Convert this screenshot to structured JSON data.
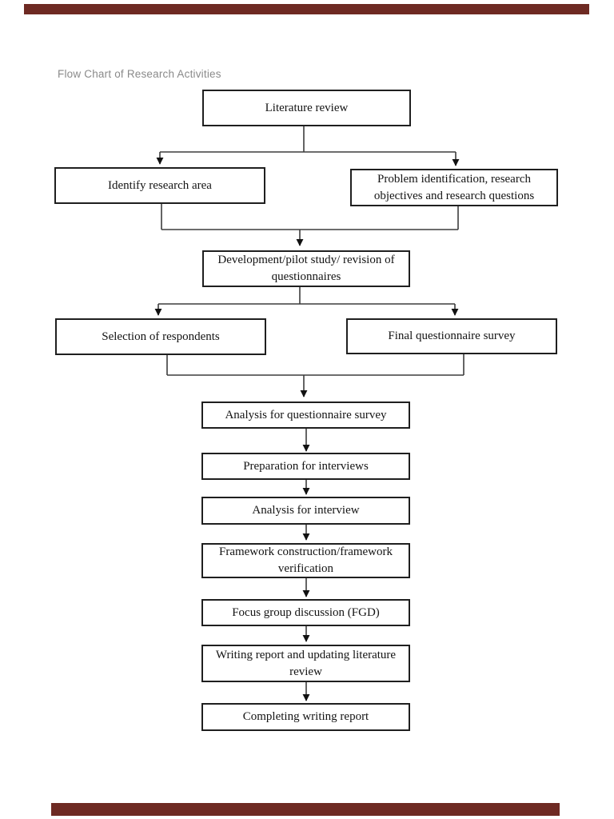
{
  "page": {
    "heading": "Flow Chart of Research Activities"
  },
  "flowchart": {
    "nodes": [
      {
        "id": "literature-review",
        "label": "Literature review"
      },
      {
        "id": "identify-research-area",
        "label": "Identify research area"
      },
      {
        "id": "problem-identification",
        "label": "Problem identification, research\nobjectives and research questions"
      },
      {
        "id": "development-pilot-study",
        "label": "Development/pilot study/ revision of\nquestionnaires"
      },
      {
        "id": "selection-of-respondents",
        "label": "Selection of respondents"
      },
      {
        "id": "final-questionnaire-survey",
        "label": "Final questionnaire survey"
      },
      {
        "id": "analysis-questionnaire-survey",
        "label": "Analysis for questionnaire survey"
      },
      {
        "id": "preparation-for-interviews",
        "label": "Preparation for interviews"
      },
      {
        "id": "analysis-for-interview",
        "label": "Analysis for interview"
      },
      {
        "id": "framework-construction",
        "label": "Framework construction/framework\nverification"
      },
      {
        "id": "focus-group-discussion",
        "label": "Focus group discussion (FGD)"
      },
      {
        "id": "writing-report",
        "label": "Writing report and updating literature\nreview"
      },
      {
        "id": "completing-report",
        "label": "Completing writing report"
      }
    ],
    "edges": [
      [
        "literature-review",
        "identify-research-area"
      ],
      [
        "literature-review",
        "problem-identification"
      ],
      [
        "identify-research-area",
        "development-pilot-study"
      ],
      [
        "problem-identification",
        "development-pilot-study"
      ],
      [
        "development-pilot-study",
        "selection-of-respondents"
      ],
      [
        "development-pilot-study",
        "final-questionnaire-survey"
      ],
      [
        "selection-of-respondents",
        "analysis-questionnaire-survey"
      ],
      [
        "final-questionnaire-survey",
        "analysis-questionnaire-survey"
      ],
      [
        "analysis-questionnaire-survey",
        "preparation-for-interviews"
      ],
      [
        "preparation-for-interviews",
        "analysis-for-interview"
      ],
      [
        "analysis-for-interview",
        "framework-construction"
      ],
      [
        "framework-construction",
        "focus-group-discussion"
      ],
      [
        "focus-group-discussion",
        "writing-report"
      ],
      [
        "writing-report",
        "completing-report"
      ]
    ]
  },
  "colors": {
    "page_background": "#ffffff",
    "viewer_background": "#6e2a23",
    "box_border": "#1f1f1f",
    "box_text": "#141414",
    "heading_text": "#8a8a8a",
    "connector": "#3d3d3d",
    "arrowhead": "#111111"
  }
}
